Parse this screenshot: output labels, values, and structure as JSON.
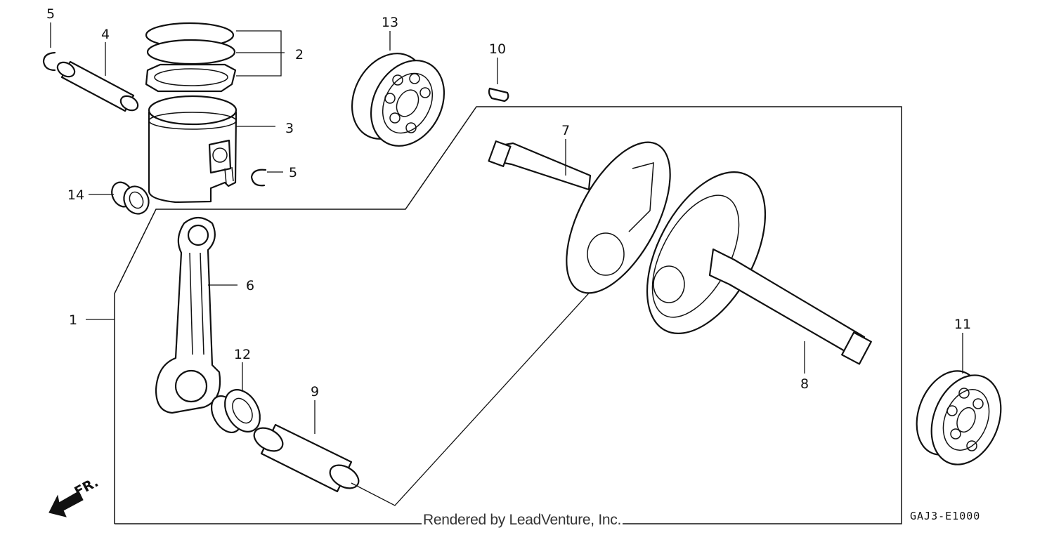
{
  "callouts": {
    "c1": "1",
    "c2": "2",
    "c3": "3",
    "c4": "4",
    "c5a": "5",
    "c5b": "5",
    "c6": "6",
    "c7": "7",
    "c8": "8",
    "c9": "9",
    "c10": "10",
    "c11": "11",
    "c12": "12",
    "c13": "13",
    "c14": "14"
  },
  "direction_label": "FR.",
  "credit": "Rendered by LeadVenture, Inc.",
  "diagram_code": "GAJ3-E1000",
  "colors": {
    "ink": "#111111",
    "background": "#ffffff"
  }
}
